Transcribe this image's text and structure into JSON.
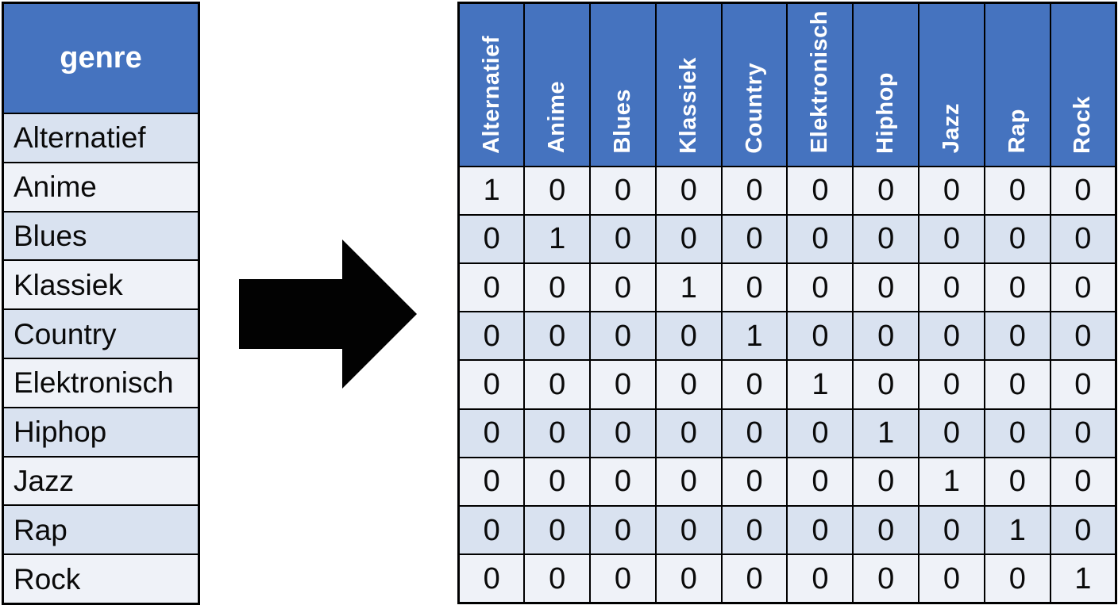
{
  "figure": {
    "description_label": "one-hot-encoding-of-genre-column"
  },
  "colors": {
    "header_bg": "#4573BF",
    "header_text": "#FFFFFF",
    "row_light": "#EFF2F8",
    "row_dark": "#D9E2F0",
    "border": "#000000",
    "text": "#0A0A0A",
    "arrow": "#020202",
    "page_bg": "#FFFFFF"
  },
  "source_table": {
    "header": "genre",
    "rows": [
      "Alternatief",
      "Anime",
      "Blues",
      "Klassiek",
      "Country",
      "Elektronisch",
      "Hiphop",
      "Jazz",
      "Rap",
      "Rock"
    ]
  },
  "arrow": {
    "direction": "right"
  },
  "encoded_table": {
    "columns": [
      "Alternatief",
      "Anime",
      "Blues",
      "Klassiek",
      "Country",
      "Elektronisch",
      "Hiphop",
      "Jazz",
      "Rap",
      "Rock"
    ],
    "rows": [
      [
        1,
        0,
        0,
        0,
        0,
        0,
        0,
        0,
        0,
        0
      ],
      [
        0,
        1,
        0,
        0,
        0,
        0,
        0,
        0,
        0,
        0
      ],
      [
        0,
        0,
        0,
        1,
        0,
        0,
        0,
        0,
        0,
        0
      ],
      [
        0,
        0,
        0,
        0,
        1,
        0,
        0,
        0,
        0,
        0
      ],
      [
        0,
        0,
        0,
        0,
        0,
        1,
        0,
        0,
        0,
        0
      ],
      [
        0,
        0,
        0,
        0,
        0,
        0,
        1,
        0,
        0,
        0
      ],
      [
        0,
        0,
        0,
        0,
        0,
        0,
        0,
        1,
        0,
        0
      ],
      [
        0,
        0,
        0,
        0,
        0,
        0,
        0,
        0,
        1,
        0
      ],
      [
        0,
        0,
        0,
        0,
        0,
        0,
        0,
        0,
        0,
        1
      ]
    ]
  }
}
